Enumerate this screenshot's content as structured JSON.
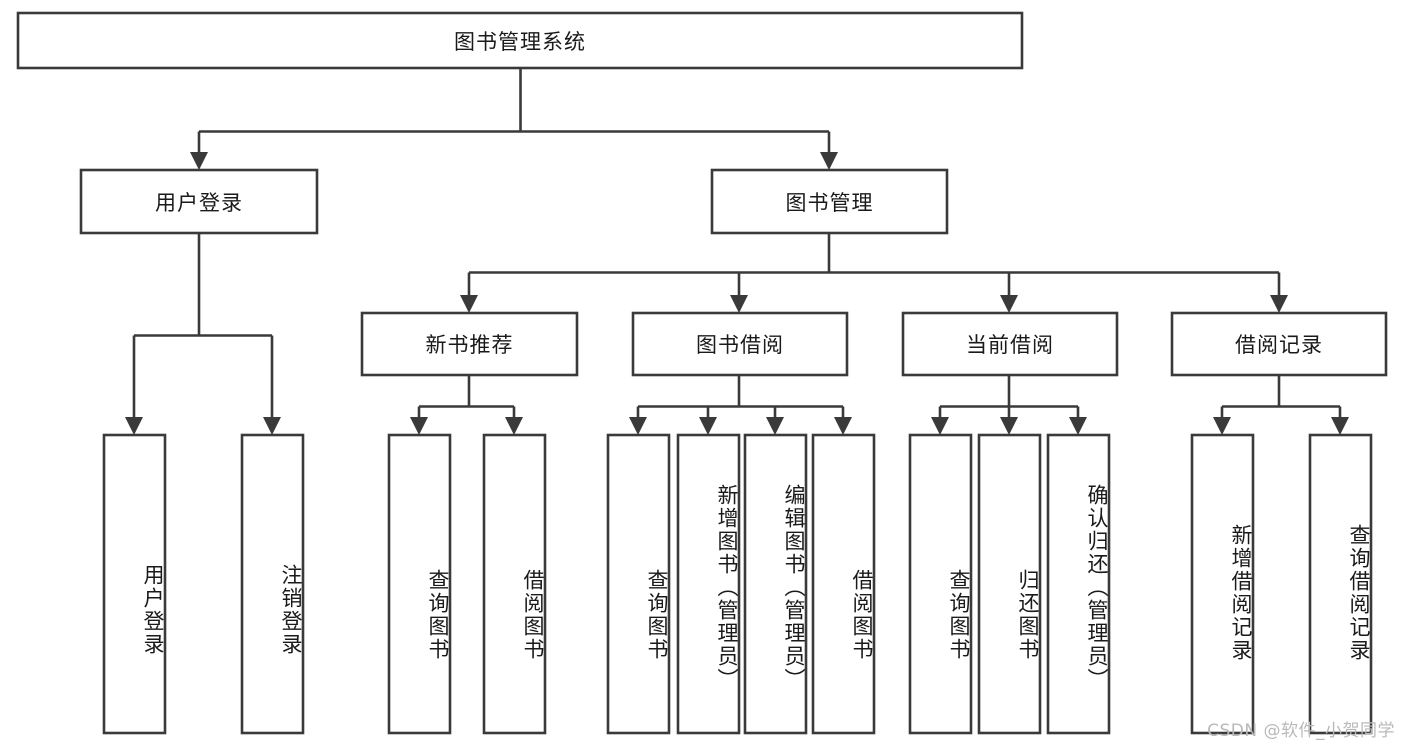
{
  "diagram": {
    "type": "tree-hierarchy-chart",
    "title": "图书管理系统",
    "watermark": "CSDN @软件_小贺同学",
    "colors": {
      "stroke": "#3a3a3a",
      "fill": "#ffffff",
      "text": "#1a1a1a",
      "watermark": "#b9b9b9",
      "background": "#ffffff"
    },
    "root": {
      "label": "图书管理系统"
    },
    "level2": [
      {
        "label": "用户登录"
      },
      {
        "label": "图书管理"
      }
    ],
    "level3": [
      {
        "label": "新书推荐"
      },
      {
        "label": "图书借阅"
      },
      {
        "label": "当前借阅"
      },
      {
        "label": "借阅记录"
      }
    ],
    "groups": [
      {
        "parent": "用户登录",
        "leaves": [
          {
            "label": "用户登录"
          },
          {
            "label": "注销登录"
          }
        ]
      },
      {
        "parent": "新书推荐",
        "leaves": [
          {
            "label": "查询图书"
          },
          {
            "label": "借阅图书"
          }
        ]
      },
      {
        "parent": "图书借阅",
        "leaves": [
          {
            "label": "查询图书"
          },
          {
            "label": "新增图书（管理员）"
          },
          {
            "label": "编辑图书（管理员）"
          },
          {
            "label": "借阅图书"
          }
        ]
      },
      {
        "parent": "当前借阅",
        "leaves": [
          {
            "label": "查询图书"
          },
          {
            "label": "归还图书"
          },
          {
            "label": "确认归还（管理员）"
          }
        ]
      },
      {
        "parent": "借阅记录",
        "leaves": [
          {
            "label": "新增借阅记录"
          },
          {
            "label": "查询借阅记录"
          }
        ]
      }
    ]
  }
}
